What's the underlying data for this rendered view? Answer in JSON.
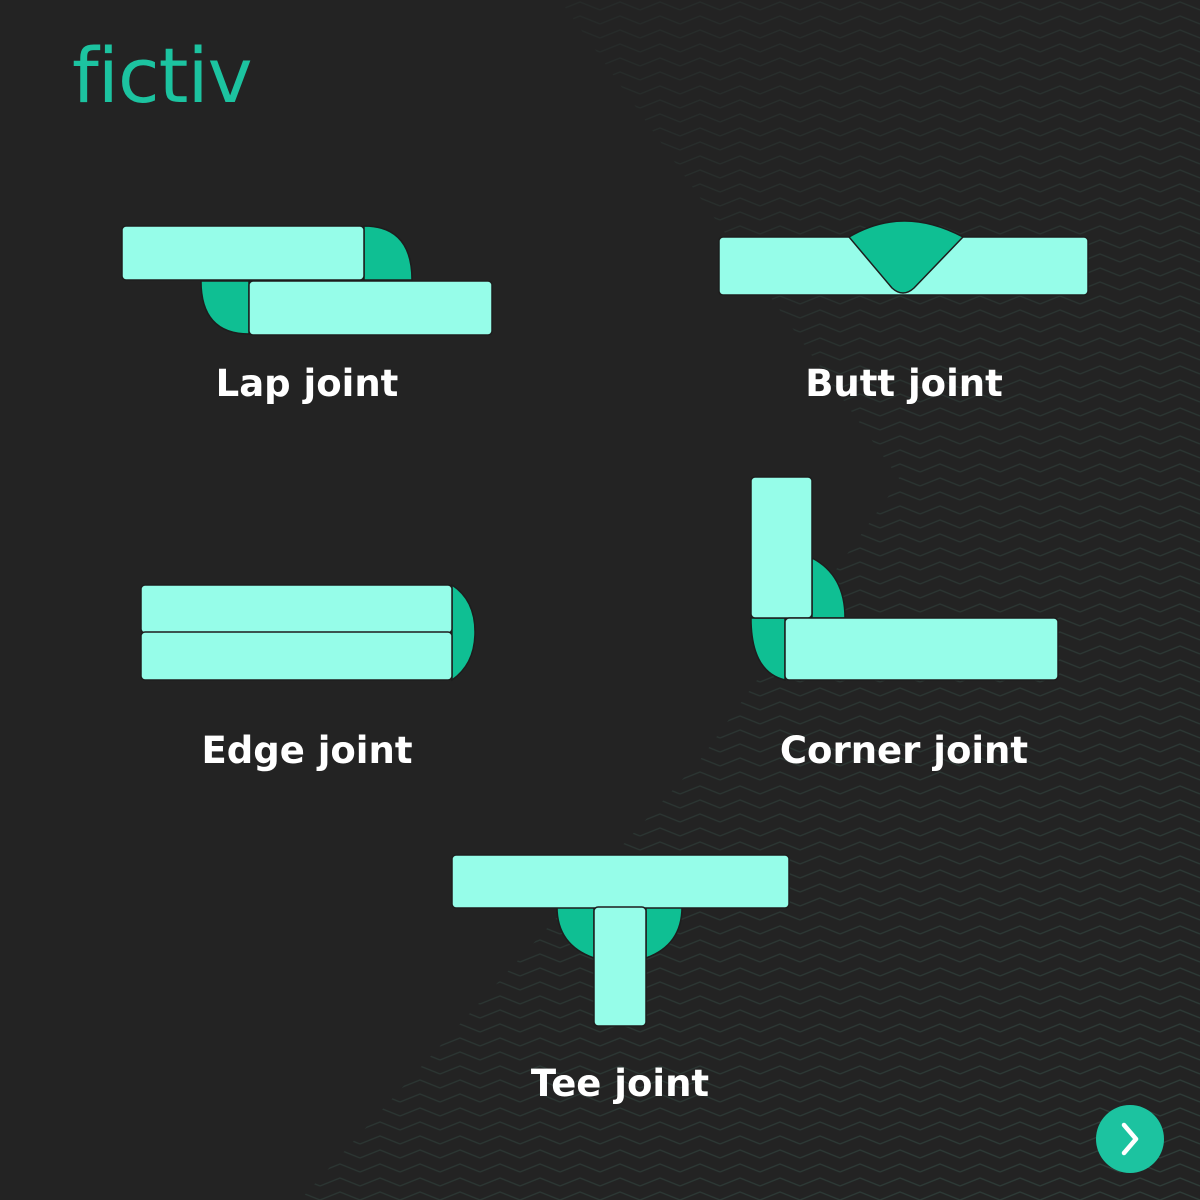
{
  "brand": {
    "logo_text": "fictiv"
  },
  "joints": {
    "lap": {
      "label": "Lap joint"
    },
    "butt": {
      "label": "Butt joint"
    },
    "edge": {
      "label": "Edge joint"
    },
    "corner": {
      "label": "Corner joint"
    },
    "tee": {
      "label": "Tee joint"
    }
  },
  "colors": {
    "background": "#232323",
    "plate": "#96fde9",
    "weld": "#0fbf93",
    "outline": "#1d1d1d",
    "brand": "#1cc3a0",
    "label": "#ffffff"
  },
  "nav": {
    "next_icon": "chevron-right-icon"
  }
}
